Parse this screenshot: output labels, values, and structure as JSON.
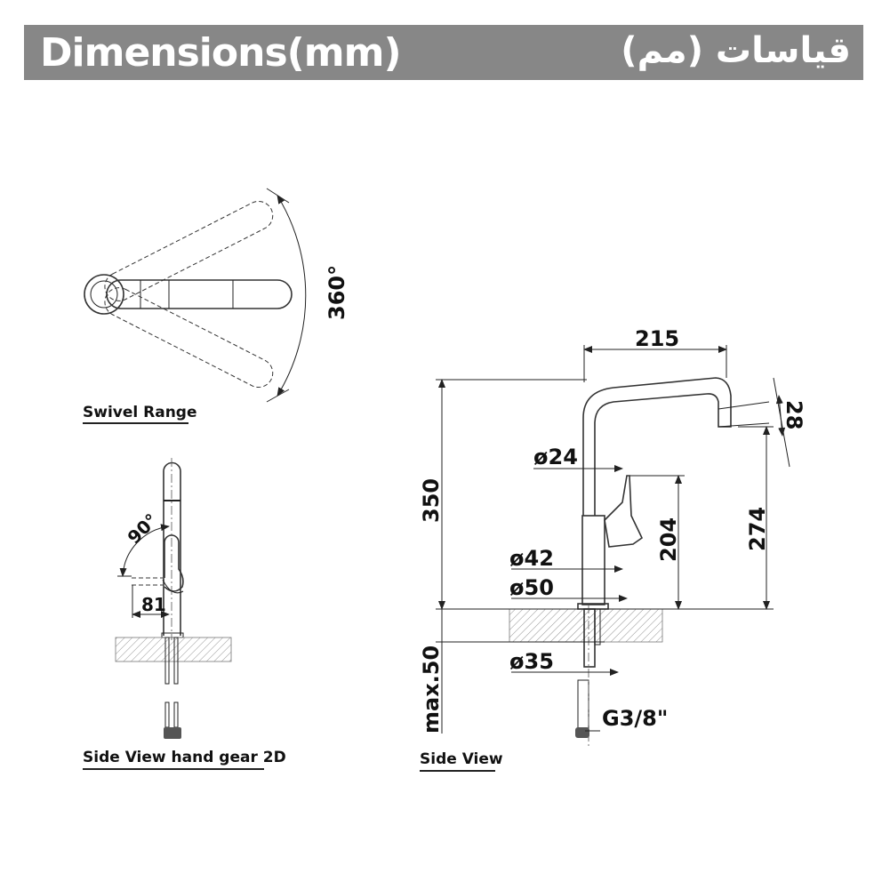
{
  "header": {
    "title_en": "Dimensions(mm)",
    "title_ar": "قياسات (مم)"
  },
  "swivel": {
    "label": "Swivel Range",
    "angle": "360°"
  },
  "hand_gear": {
    "label": "Side View hand gear 2D",
    "angle": "90°",
    "offset": "81"
  },
  "side_view": {
    "label": "Side View",
    "reach": "215",
    "height": "350",
    "spout_diameter": "ø24",
    "outlet": "28",
    "lever_height": "204",
    "spout_height": "274",
    "base_42": "ø42",
    "base_50": "ø50",
    "hole": "ø35",
    "max_thickness": "max.50",
    "connection": "G3/8\""
  }
}
